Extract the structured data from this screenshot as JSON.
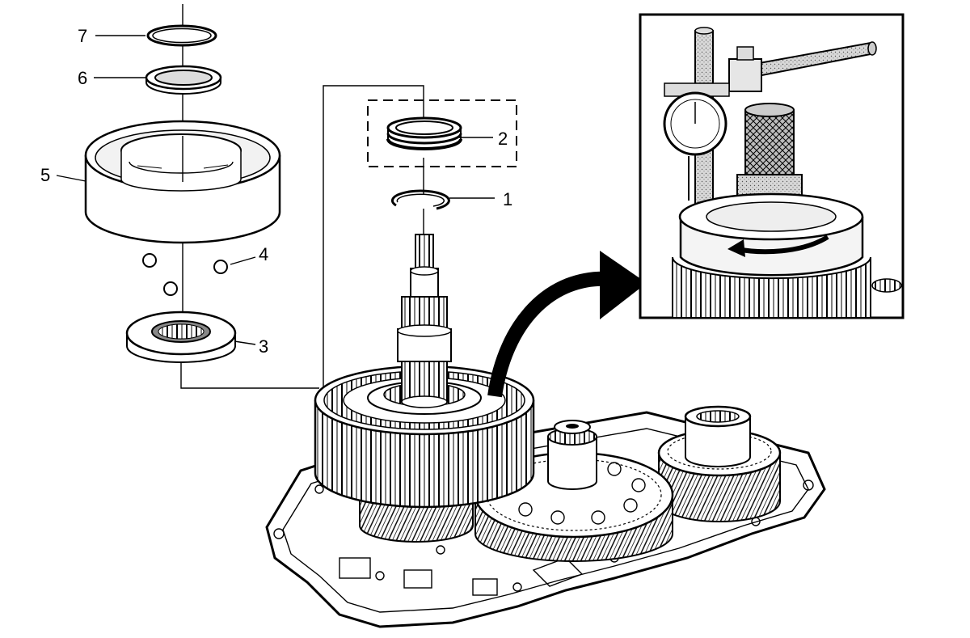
{
  "callouts": [
    {
      "id": "1",
      "label": "1"
    },
    {
      "id": "2",
      "label": "2"
    },
    {
      "id": "3",
      "label": "3"
    },
    {
      "id": "4",
      "label": "4"
    },
    {
      "id": "5",
      "label": "5"
    },
    {
      "id": "6",
      "label": "6"
    },
    {
      "id": "7",
      "label": "7"
    }
  ],
  "colors": {
    "stroke": "#000000",
    "background": "#ffffff",
    "shading": "#bfbfbf"
  },
  "icons": {
    "direction_arrow": "curved-arrow-icon",
    "rotation_arrow": "rotation-arrow-icon"
  }
}
